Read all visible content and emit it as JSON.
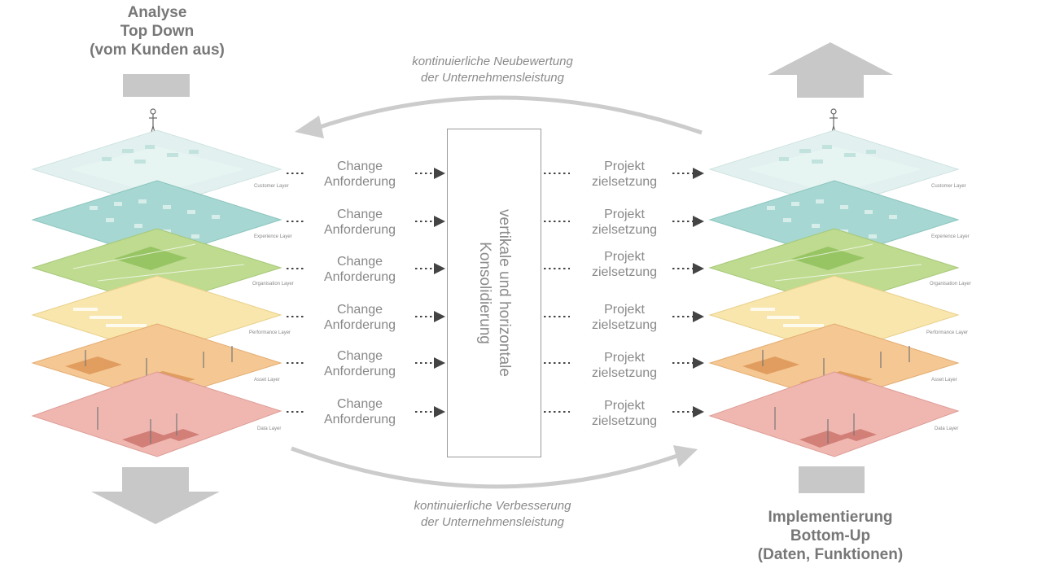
{
  "left_heading": {
    "lines": [
      "Analyse",
      "Top Down",
      "(vom Kunden aus)"
    ]
  },
  "right_heading": {
    "lines": [
      "Implementierung",
      "Bottom-Up",
      "(Daten, Funktionen)"
    ]
  },
  "top_arc_note": {
    "lines": [
      "kontinuierliche Neubewertung",
      "der Unternehmensleistung"
    ]
  },
  "bottom_arc_note": {
    "lines": [
      "kontinuierliche Verbesserung",
      "der Unternehmensleistung"
    ]
  },
  "center_box": {
    "lines": [
      "vertikale und horizontale",
      "Konsolidierung"
    ]
  },
  "rows": [
    {
      "left": [
        "Change",
        "Anforderung"
      ],
      "right": [
        "Projekt",
        "zielsetzung"
      ]
    },
    {
      "left": [
        "Change",
        "Anforderung"
      ],
      "right": [
        "Projekt",
        "zielsetzung"
      ]
    },
    {
      "left": [
        "Change",
        "Anforderung"
      ],
      "right": [
        "Projekt",
        "zielsetzung"
      ]
    },
    {
      "left": [
        "Change",
        "Anforderung"
      ],
      "right": [
        "Projekt",
        "zielsetzung"
      ]
    },
    {
      "left": [
        "Change",
        "Anforderung"
      ],
      "right": [
        "Projekt",
        "zielsetzung"
      ]
    },
    {
      "left": [
        "Change",
        "Anforderung"
      ],
      "right": [
        "Projekt",
        "zielsetzung"
      ]
    }
  ],
  "layer_names": [
    "Customer Layer",
    "Experience Layer",
    "Organisation Layer",
    "Performance Layer",
    "Asset Layer",
    "Data Layer"
  ],
  "colors": {
    "customer": "#dff0ee",
    "experience": "#9fd3cf",
    "organisation": "#b9d98a",
    "performance": "#f7e4a8",
    "asset": "#f5c48f",
    "data": "#efb3ad",
    "arrow_gray": "#c8c8c8"
  }
}
